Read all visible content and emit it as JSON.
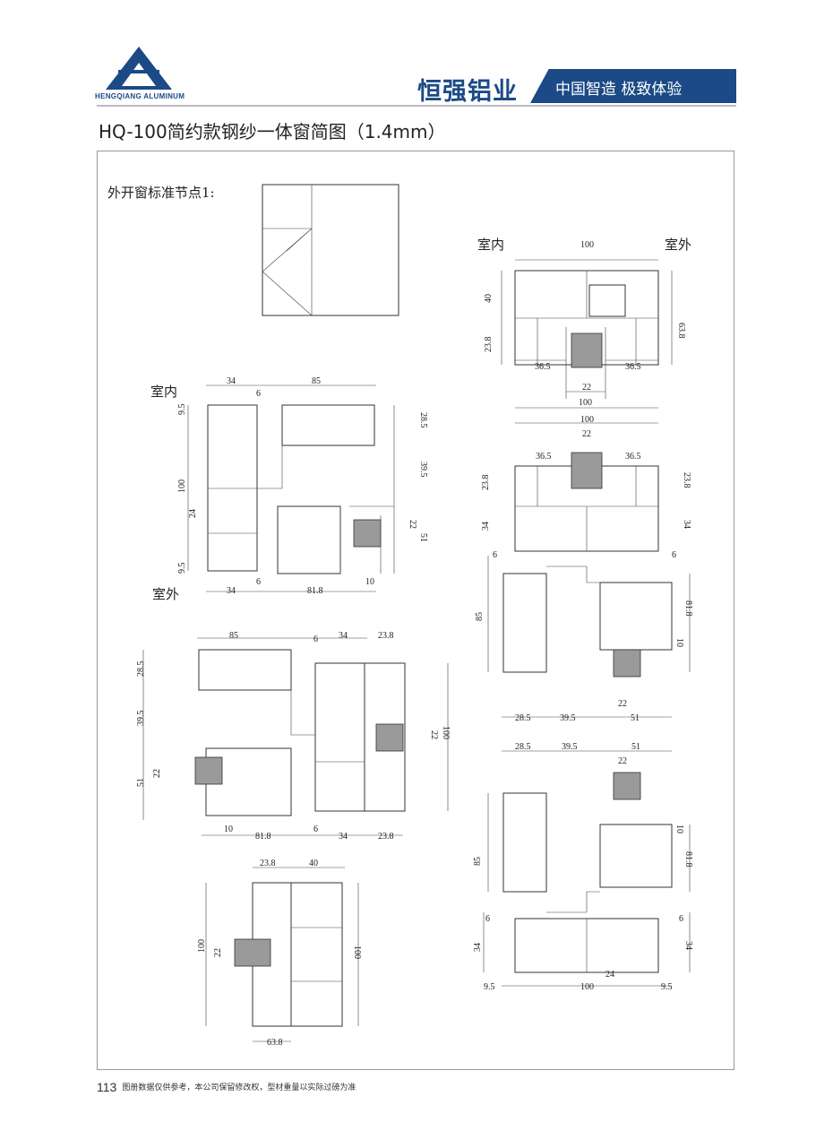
{
  "header": {
    "logo_text": "HENGQIANG ALUMINUM",
    "brand": "恒强铝业",
    "slogan": "中国智造 极致体验"
  },
  "title": "HQ-100简约款钢纱一体窗简图（1.4mm）",
  "node_label": "外开窗标准节点1:",
  "drawings": {
    "a": [
      "室内",
      "100",
      "室外",
      "40",
      "63.8",
      "23.8",
      "36.5",
      "36.5",
      "22",
      "100"
    ],
    "b": [
      "室内",
      "34",
      "85",
      "6",
      "9.5",
      "28.5",
      "39.5",
      "100",
      "24",
      "22",
      "51",
      "9.5",
      "6",
      "室外",
      "34",
      "81.8",
      "10"
    ],
    "c": [
      "100",
      "22",
      "36.5",
      "36.5",
      "23.8",
      "23.8",
      "34",
      "34",
      "6",
      "6",
      "85",
      "81.8",
      "10",
      "28.5",
      "39.5",
      "51",
      "22"
    ],
    "d": [
      "85",
      "6",
      "34",
      "23.8",
      "28.5",
      "39.5",
      "22",
      "100",
      "22",
      "51",
      "10",
      "81.8",
      "6",
      "34",
      "23.8"
    ],
    "e": [
      "28.5",
      "39.5",
      "51",
      "22",
      "10",
      "85",
      "81.8",
      "6",
      "6",
      "34",
      "34",
      "9.5",
      "100",
      "24",
      "9.5"
    ],
    "f": [
      "23.8",
      "40",
      "100",
      "22",
      "100",
      "63.8"
    ]
  },
  "footer": {
    "page": "113",
    "note": "图册数据仅供参考，本公司保留修改权，型材重量以实际过磅为准"
  },
  "colors": {
    "brand": "#1b4a86"
  }
}
